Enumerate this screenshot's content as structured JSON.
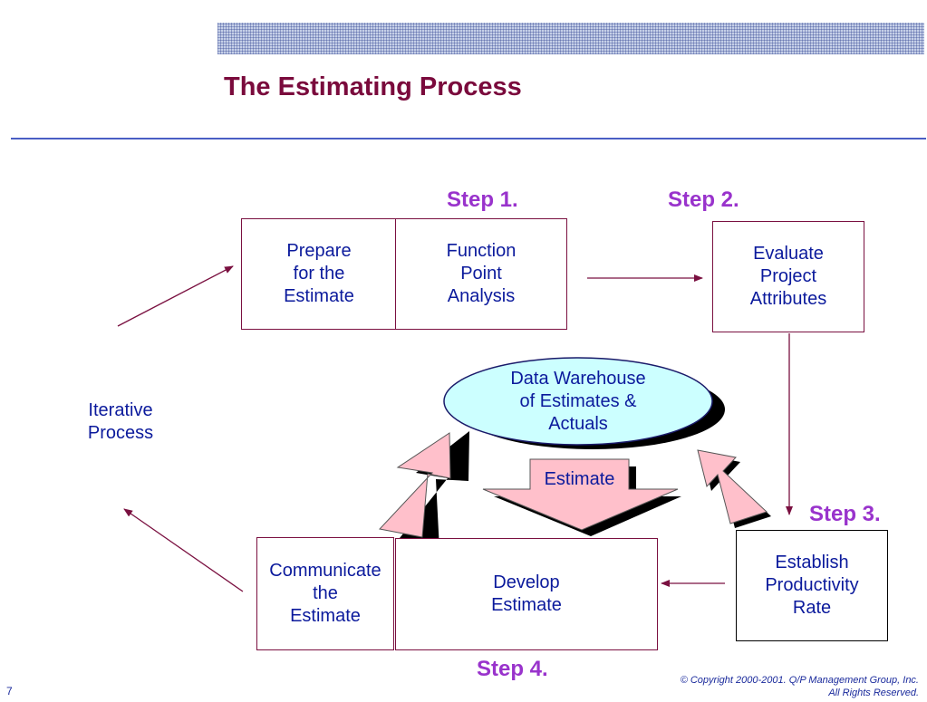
{
  "title": "The Estimating Process",
  "steps": {
    "step1": "Step 1.",
    "step2": "Step 2.",
    "step3": "Step 3.",
    "step4": "Step 4."
  },
  "boxes": {
    "prepare": "Prepare\nfor the\nEstimate",
    "function_point": "Function\nPoint\nAnalysis",
    "evaluate": "Evaluate\nProject\nAttributes",
    "establish": "Establish\nProductivity\nRate",
    "develop": "Develop\nEstimate",
    "communicate": "Communicate\nthe\nEstimate"
  },
  "data_warehouse": "Data Warehouse\nof Estimates &\nActuals",
  "estimate_arrow_label": "Estimate",
  "iterative_label": "Iterative\nProcess",
  "footer": {
    "page_number": "7",
    "copyright_line1": "© Copyright 2000-2001.  Q/P Management Group, Inc.",
    "copyright_line2": "All Rights Reserved."
  },
  "colors": {
    "title": "#7a0a3c",
    "step_label": "#9933cc",
    "body_text": "#0b1a9c",
    "connector": "#7a1040",
    "ellipse_fill": "#ccffff",
    "block_arrow_fill": "#ffc0cb"
  }
}
